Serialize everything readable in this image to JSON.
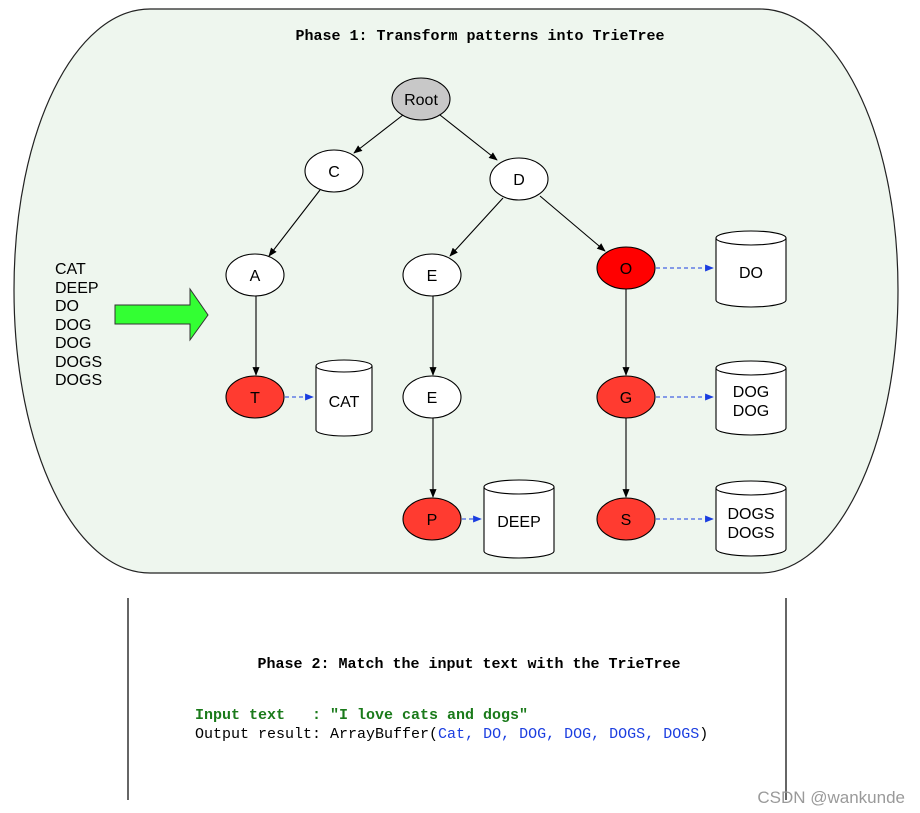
{
  "phase1": {
    "title": "Phase 1: Transform patterns into TrieTree"
  },
  "patterns": [
    "CAT",
    "DEEP",
    "DO",
    "DOG",
    "DOG",
    "DOGS",
    "DOGS"
  ],
  "tree": {
    "root": "Root",
    "nodes": {
      "C": "C",
      "A": "A",
      "T": "T",
      "D": "D",
      "E1": "E",
      "E2": "E",
      "P": "P",
      "O": "O",
      "G": "G",
      "S": "S"
    }
  },
  "storage": {
    "cat": [
      "CAT"
    ],
    "deep": [
      "DEEP"
    ],
    "do": [
      "DO"
    ],
    "dog": [
      "DOG",
      "DOG"
    ],
    "dogs": [
      "DOGS",
      "DOGS"
    ]
  },
  "phase2": {
    "title": "Phase 2: Match the input text with the TrieTree",
    "input_label": "Input text   : ",
    "input_value": "\"I love cats and dogs\"",
    "output_label": "Output result: ArrayBuffer(",
    "output_items": [
      "Cat",
      "DO",
      "DOG",
      "DOG",
      "DOGS",
      "DOGS"
    ],
    "output_sep": ", ",
    "output_close": ")"
  },
  "watermark": "CSDN @wankunde",
  "colors": {
    "panel_fill": "#eef6ee",
    "root_fill": "#c8c8c8",
    "terminal_fill": "#ff3b30",
    "o_fill": "#ff0000",
    "arrow_fill": "#33ff33",
    "input_color": "#1a7a1a",
    "result_color": "#1a3de0",
    "dashed_arrow": "#1a3de0"
  }
}
